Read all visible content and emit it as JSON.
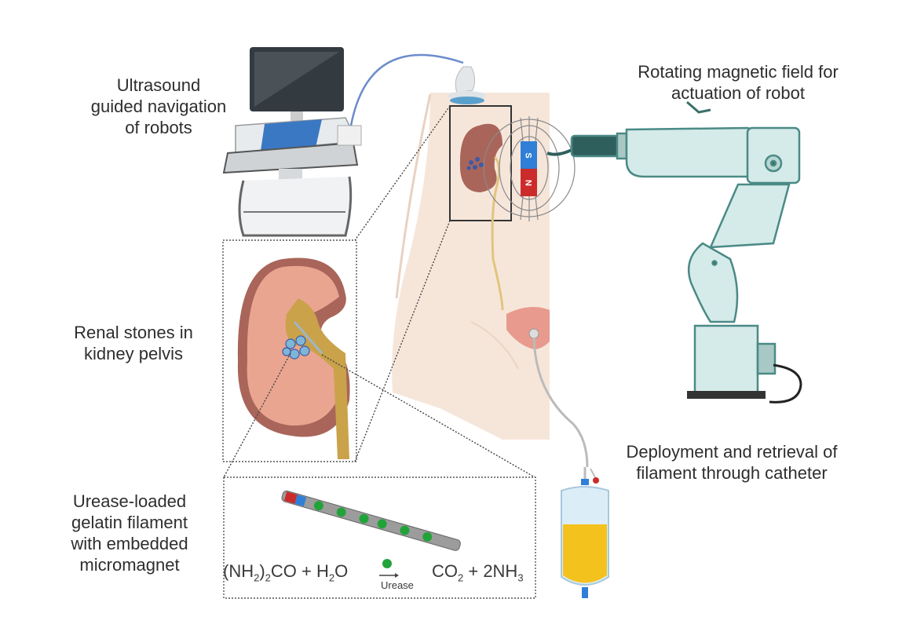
{
  "labels": {
    "ultrasound": [
      "Ultrasound",
      "guided navigation",
      "of robots"
    ],
    "rotating_field": [
      "Rotating magnetic field for",
      "actuation of robot"
    ],
    "renal_stones": [
      "Renal stones in",
      "kidney pelvis"
    ],
    "urease_filament": [
      "Urease-loaded",
      "gelatin filament",
      "with embedded",
      "micromagnet"
    ],
    "deployment": [
      "Deployment and retrieval of",
      "filament through catheter"
    ]
  },
  "magnet": {
    "south_label": "S",
    "north_label": "N",
    "south_color": "#2f7fd6",
    "north_color": "#cc2b2b"
  },
  "reaction": {
    "reactant_1": {
      "prefix": "(NH",
      "sub1": "2",
      "mid": ")",
      "sub2": "2",
      "suffix": "CO"
    },
    "plus_1": " + ",
    "reactant_2": {
      "prefix": "H",
      "sub": "2",
      "suffix": "O"
    },
    "enzyme": "Urease",
    "product_1": {
      "prefix": "CO",
      "sub": "2"
    },
    "plus_2": " + ",
    "product_2": {
      "prefix": "2NH",
      "sub": "3"
    }
  },
  "colors": {
    "kidney": "#a9655a",
    "kidney_inner": "#e9a58f",
    "pelvis": "#c9a24a",
    "robot_body": "#d5ebe9",
    "robot_outline": "#4a8a86",
    "urine": "#f4c21c",
    "skin": "#f6e6da",
    "enzyme_green": "#22a33a"
  }
}
